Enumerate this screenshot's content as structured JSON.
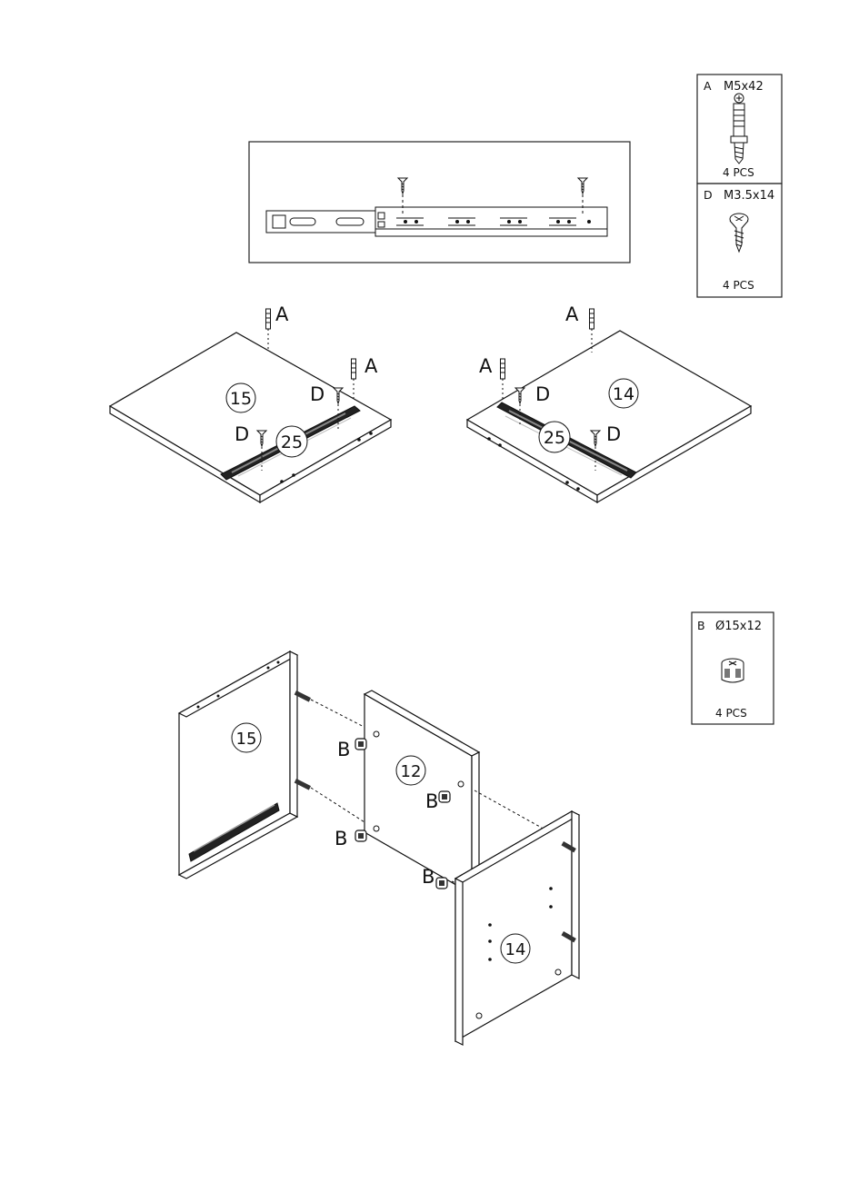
{
  "hardware_boxes": [
    {
      "code": "A",
      "spec": "M5x42",
      "qty": "4 PCS",
      "icon": "cam-dowel-icon"
    },
    {
      "code": "D",
      "spec": "M3.5x14",
      "qty": "4 PCS",
      "icon": "screw-icon"
    },
    {
      "code": "B",
      "spec": "Ø15x12",
      "qty": "4 PCS",
      "icon": "cam-lock-icon"
    }
  ],
  "step1": {
    "left_panel": {
      "part": "15",
      "rail": "25",
      "labels": [
        "A",
        "A",
        "D",
        "D"
      ]
    },
    "right_panel": {
      "part": "14",
      "rail": "25",
      "labels": [
        "A",
        "A",
        "D",
        "D"
      ]
    }
  },
  "step2": {
    "panels": [
      "15",
      "12",
      "14"
    ],
    "labels": [
      "B",
      "B",
      "B",
      "B"
    ]
  }
}
